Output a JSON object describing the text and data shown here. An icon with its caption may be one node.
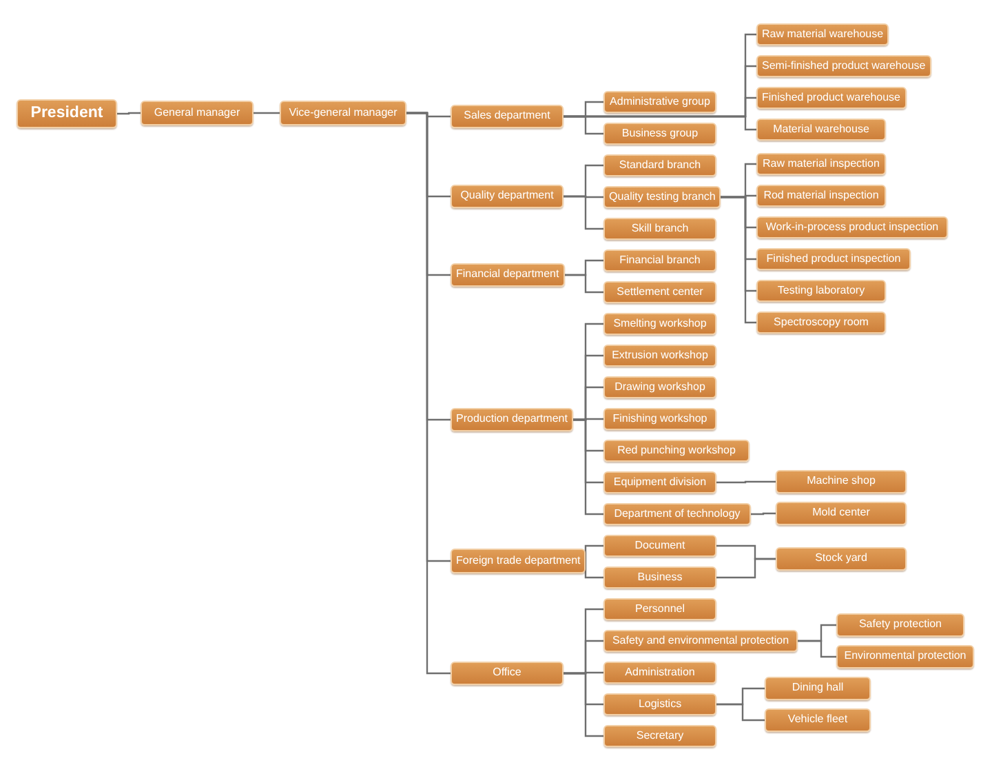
{
  "diagram": {
    "nodes": [
      {
        "text": [
          "President"
        ]
      },
      {
        "text": [
          "General manager"
        ]
      },
      {
        "text": [
          "Vice-general manager"
        ]
      },
      {
        "text": [
          "Sales department"
        ]
      },
      {
        "text": [
          "Administrative group"
        ]
      },
      {
        "text": [
          "Business group"
        ]
      },
      {
        "text": [
          "Raw material warehouse"
        ]
      },
      {
        "text": [
          "Semi-finished product warehouse"
        ]
      },
      {
        "text": [
          "Finished product warehouse"
        ]
      },
      {
        "text": [
          "Material warehouse"
        ]
      },
      {
        "text": [
          "Quality department"
        ]
      },
      {
        "text": [
          "Standard branch"
        ]
      },
      {
        "text": [
          "Quality testing branch"
        ]
      },
      {
        "text": [
          "Skill branch"
        ]
      },
      {
        "text": [
          "Raw material inspection"
        ]
      },
      {
        "text": [
          "Rod material inspection"
        ]
      },
      {
        "text": [
          "Work-in-process product inspection"
        ]
      },
      {
        "text": [
          "Finished product inspection"
        ]
      },
      {
        "text": [
          "Testing laboratory"
        ]
      },
      {
        "text": [
          "Spectroscopy room"
        ]
      },
      {
        "text": [
          "Financial department"
        ]
      },
      {
        "text": [
          "Financial branch"
        ]
      },
      {
        "text": [
          "Settlement center"
        ]
      },
      {
        "text": [
          "Production department"
        ]
      },
      {
        "text": [
          "Smelting workshop"
        ]
      },
      {
        "text": [
          "Extrusion workshop"
        ]
      },
      {
        "text": [
          "Drawing workshop"
        ]
      },
      {
        "text": [
          "Finishing workshop"
        ]
      },
      {
        "text": [
          "Red punching workshop"
        ]
      },
      {
        "text": [
          "Equipment division"
        ]
      },
      {
        "text": [
          "Machine shop"
        ]
      },
      {
        "text": [
          "Department of technology"
        ]
      },
      {
        "text": [
          "Mold center"
        ]
      },
      {
        "text": [
          "Foreign trade department"
        ]
      },
      {
        "text": [
          "Document"
        ]
      },
      {
        "text": [
          "Business"
        ]
      },
      {
        "text": [
          "Stock yard"
        ]
      },
      {
        "text": [
          "Office"
        ]
      },
      {
        "text": [
          "Personnel"
        ]
      },
      {
        "text": [
          "Safety and environmental protection"
        ]
      },
      {
        "text": [
          "Safety protection"
        ]
      },
      {
        "text": [
          "Environmental protection"
        ]
      },
      {
        "text": [
          "Administration"
        ]
      },
      {
        "text": [
          "Logistics"
        ]
      },
      {
        "text": [
          "Dining hall"
        ]
      },
      {
        "text": [
          "Vehicle fleet"
        ]
      },
      {
        "text": [
          "Secretary"
        ]
      }
    ],
    "edges": [
      {
        "from": 0,
        "to": 1,
        "arrow": "none"
      },
      {
        "from": 1,
        "to": 2,
        "arrow": "none"
      },
      {
        "from": 2,
        "to": 3,
        "arrow": "none"
      },
      {
        "from": 2,
        "to": 10,
        "arrow": "none"
      },
      {
        "from": 2,
        "to": 20,
        "arrow": "none"
      },
      {
        "from": 2,
        "to": 23,
        "arrow": "none"
      },
      {
        "from": 2,
        "to": 33,
        "arrow": "none"
      },
      {
        "from": 2,
        "to": 37,
        "arrow": "none"
      },
      {
        "from": 3,
        "to": 4,
        "arrow": "none"
      },
      {
        "from": 3,
        "to": 5,
        "arrow": "none"
      },
      {
        "from": 3,
        "to": 6,
        "arrow": "none"
      },
      {
        "from": 3,
        "to": 7,
        "arrow": "none"
      },
      {
        "from": 3,
        "to": 8,
        "arrow": "none"
      },
      {
        "from": 3,
        "to": 9,
        "arrow": "none"
      },
      {
        "from": 10,
        "to": 11,
        "arrow": "none"
      },
      {
        "from": 10,
        "to": 12,
        "arrow": "none"
      },
      {
        "from": 10,
        "to": 13,
        "arrow": "none"
      },
      {
        "from": 12,
        "to": 14,
        "arrow": "none"
      },
      {
        "from": 12,
        "to": 15,
        "arrow": "none"
      },
      {
        "from": 12,
        "to": 16,
        "arrow": "none"
      },
      {
        "from": 12,
        "to": 17,
        "arrow": "none"
      },
      {
        "from": 12,
        "to": 18,
        "arrow": "none"
      },
      {
        "from": 12,
        "to": 19,
        "arrow": "none"
      },
      {
        "from": 20,
        "to": 21,
        "arrow": "none"
      },
      {
        "from": 20,
        "to": 22,
        "arrow": "none"
      },
      {
        "from": 23,
        "to": 24,
        "arrow": "none"
      },
      {
        "from": 23,
        "to": 25,
        "arrow": "none"
      },
      {
        "from": 23,
        "to": 26,
        "arrow": "none"
      },
      {
        "from": 23,
        "to": 27,
        "arrow": "none"
      },
      {
        "from": 23,
        "to": 28,
        "arrow": "none"
      },
      {
        "from": 23,
        "to": 29,
        "arrow": "none"
      },
      {
        "from": 23,
        "to": 31,
        "arrow": "none"
      },
      {
        "from": 29,
        "to": 30,
        "arrow": "none"
      },
      {
        "from": 31,
        "to": 32,
        "arrow": "none"
      },
      {
        "from": 33,
        "to": 34,
        "arrow": "none"
      },
      {
        "from": 33,
        "to": 35,
        "arrow": "none"
      },
      {
        "from": 34,
        "to": 36,
        "arrow": "none"
      },
      {
        "from": 35,
        "to": 36,
        "arrow": "none"
      },
      {
        "from": 37,
        "to": 38,
        "arrow": "none"
      },
      {
        "from": 37,
        "to": 39,
        "arrow": "none"
      },
      {
        "from": 37,
        "to": 42,
        "arrow": "none"
      },
      {
        "from": 37,
        "to": 43,
        "arrow": "none"
      },
      {
        "from": 37,
        "to": 46,
        "arrow": "none"
      },
      {
        "from": 39,
        "to": 40,
        "arrow": "none"
      },
      {
        "from": 39,
        "to": 41,
        "arrow": "none"
      },
      {
        "from": 43,
        "to": 44,
        "arrow": "none"
      },
      {
        "from": 43,
        "to": 45,
        "arrow": "none"
      }
    ]
  }
}
